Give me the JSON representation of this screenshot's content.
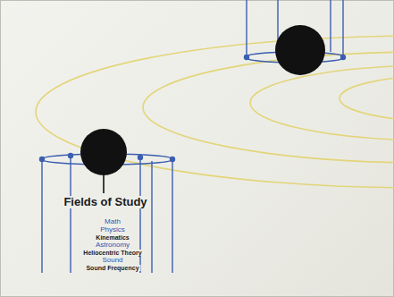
{
  "diagram": {
    "labels": [
      "Fields of Study",
      "Math",
      "Physics",
      "Kinematics",
      "Astronomy",
      "Heliocentric Theory",
      "Sound",
      "Sound Frequency"
    ]
  }
}
